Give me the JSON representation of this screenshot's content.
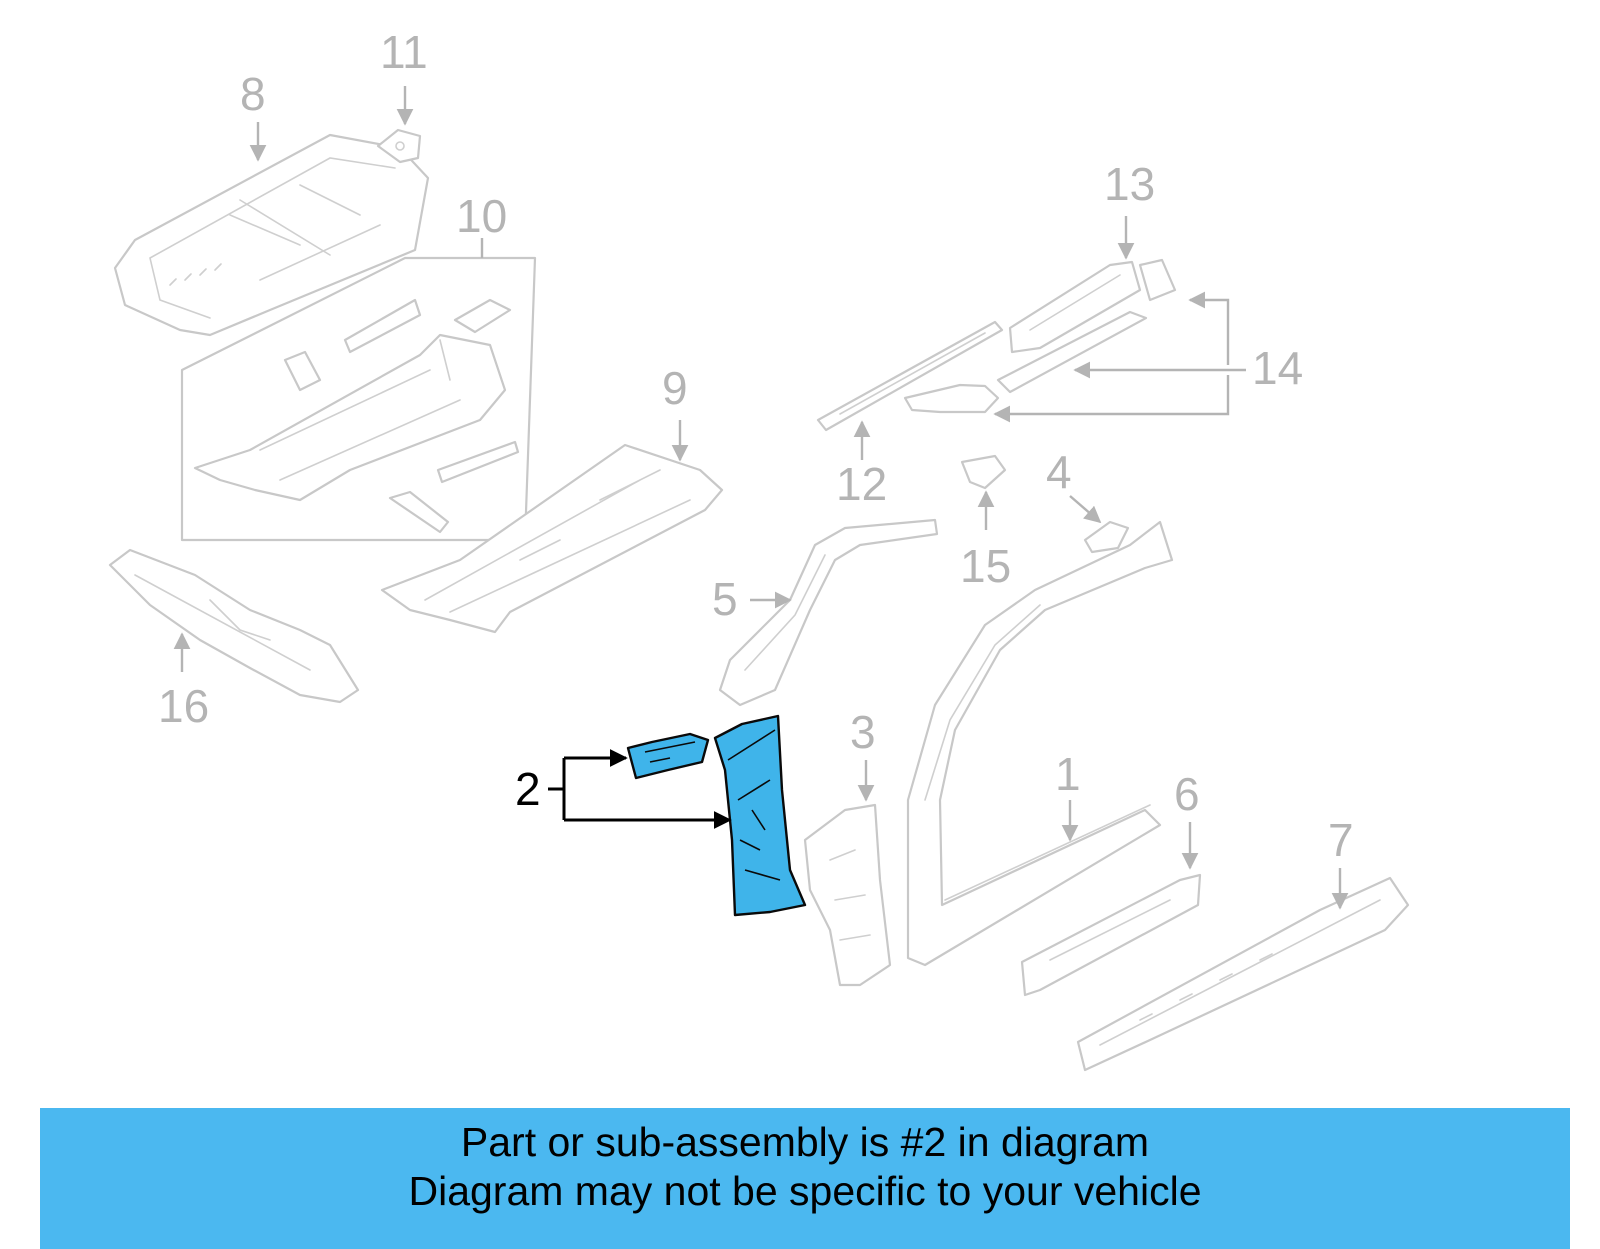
{
  "callouts": {
    "c1": "1",
    "c2": "2",
    "c3": "3",
    "c4": "4",
    "c5": "5",
    "c6": "6",
    "c7": "7",
    "c8": "8",
    "c9": "9",
    "c10": "10",
    "c11": "11",
    "c12": "12",
    "c13": "13",
    "c14": "14",
    "c15": "15",
    "c16": "16"
  },
  "highlighted_part": "2",
  "colors": {
    "highlight": "#3fb4ea",
    "banner": "#4bb8f0",
    "ghost_parts": "#c8c8c8"
  },
  "banner": {
    "line1": "Part or sub-assembly is #2 in diagram",
    "line2": "Diagram may not be specific to your vehicle"
  }
}
